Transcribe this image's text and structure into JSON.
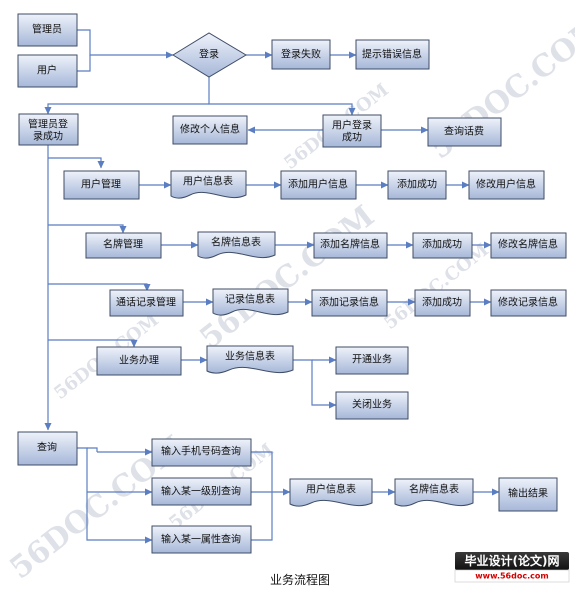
{
  "nodes": {
    "admin": "管理员",
    "user": "用户",
    "login": "登录",
    "login_fail": "登录失败",
    "error_msg": "提示错误信息",
    "admin_success": "管理员登录成功",
    "modify_personal": "修改个人信息",
    "user_success": "用户登录成功",
    "query_fee": "查询话费",
    "user_mgmt": "用户管理",
    "user_info_doc": "用户信息表",
    "add_user": "添加用户信息",
    "add_ok_1": "添加成功",
    "modify_user": "修改用户信息",
    "card_mgmt": "名牌管理",
    "card_info_doc": "名牌信息表",
    "add_card": "添加名牌信息",
    "add_ok_2": "添加成功",
    "modify_card": "修改名牌信息",
    "call_mgmt": "通话记录管理",
    "record_doc": "记录信息表",
    "add_record": "添加记录信息",
    "add_ok_3": "添加成功",
    "modify_record": "修改记录信息",
    "biz": "业务办理",
    "biz_doc": "业务信息表",
    "open_biz": "开通业务",
    "close_biz": "关闭业务",
    "query": "查询",
    "q_phone": "输入手机号码查询",
    "q_level": "输入某一级别查询",
    "q_attr": "输入某一属性查询",
    "user_info_doc2": "用户信息表",
    "card_info_doc2": "名牌信息表",
    "output": "输出结果"
  },
  "caption": "业务流程图",
  "watermark": "56DOC.COM",
  "badge": {
    "line1": "毕业设计(论文)网",
    "line2": "www.56doc.com"
  },
  "colors": {
    "box_top": "#e9eef8",
    "box_bottom": "#a9b9d9",
    "box_stroke": "#3f4d66",
    "line": "#5b7ec2"
  }
}
